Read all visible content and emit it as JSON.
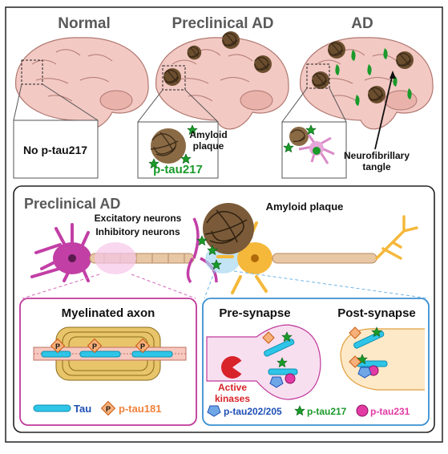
{
  "top": {
    "normal_title": "Normal",
    "preclinical_title": "Preclinical AD",
    "ad_title": "AD",
    "no_ptau_label": "No p-tau217",
    "amyloid_plaque_label_1": "Amyloid",
    "amyloid_plaque_label_2": "plaque",
    "ptau217_label": "p-tau217",
    "nft_label_1": "Neurofibrillary",
    "nft_label_2": "tangle"
  },
  "bottom": {
    "title": "Preclinical AD",
    "amyloid_plaque_label": "Amyloid plaque",
    "excitatory_label": "Excitatory neurons",
    "inhibitory_label": "Inhibitory neurons",
    "myelinated_title": "Myelinated axon",
    "presynapse_title": "Pre-synapse",
    "postsynapse_title": "Post-synapse",
    "active_kinases_1": "Active",
    "active_kinases_2": "kinases",
    "tau_legend": "Tau",
    "ptau181_legend": "p-tau181",
    "ptau202_legend": "p-tau202/205",
    "ptau217_legend": "p-tau217",
    "ptau231_legend": "p-tau231",
    "p_marker": "P"
  },
  "colors": {
    "brain": "#f3c9c4",
    "neuron_left": "#c23fa6",
    "neuron_right": "#f5b83b",
    "myelin_box": "#c0399a",
    "synapse_box": "#3b8fd1",
    "ptau217_green": "#1a9a2a",
    "ptau181_orange": "#f0823a",
    "ptau231_pink": "#e23ba4",
    "ptau202_blue": "#1f4fb5",
    "tau_cyan": "#2ec5e8",
    "kinase_red": "#d8232a"
  }
}
